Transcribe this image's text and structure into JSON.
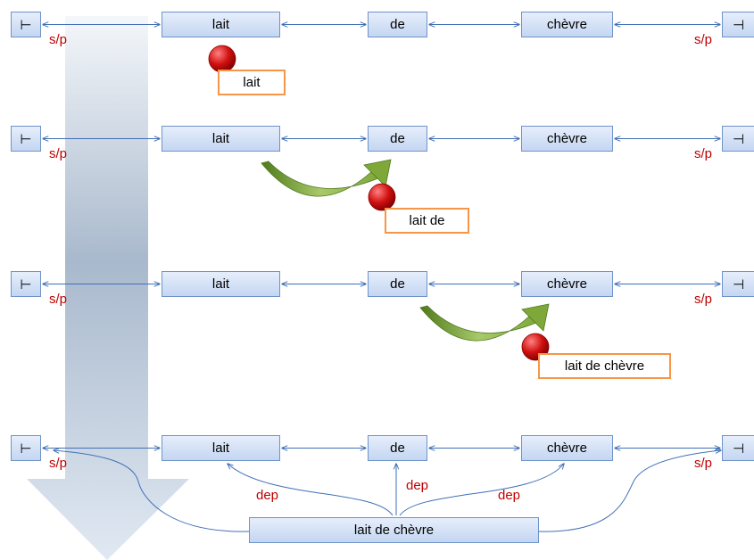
{
  "words": [
    "lait",
    "de",
    "chèvre"
  ],
  "boundary": {
    "start": "⊢",
    "end": "⊣"
  },
  "sp_label": "s/p",
  "dep_label": "dep",
  "stages": [
    {
      "tag": "lait"
    },
    {
      "tag": "lait de"
    },
    {
      "tag": "lait de chèvre"
    },
    {
      "tag": ""
    }
  ],
  "final_node": "lait de chèvre",
  "colors": {
    "node_fill": "#c4d6f2",
    "node_border": "#6f93c8",
    "link": "#3f6fb5",
    "label_red": "#c00000",
    "tag_border": "#f79646",
    "ball": "#c00000",
    "curve_arrow": "#6a9a2a",
    "process_arrow": "#b7c7dc"
  }
}
